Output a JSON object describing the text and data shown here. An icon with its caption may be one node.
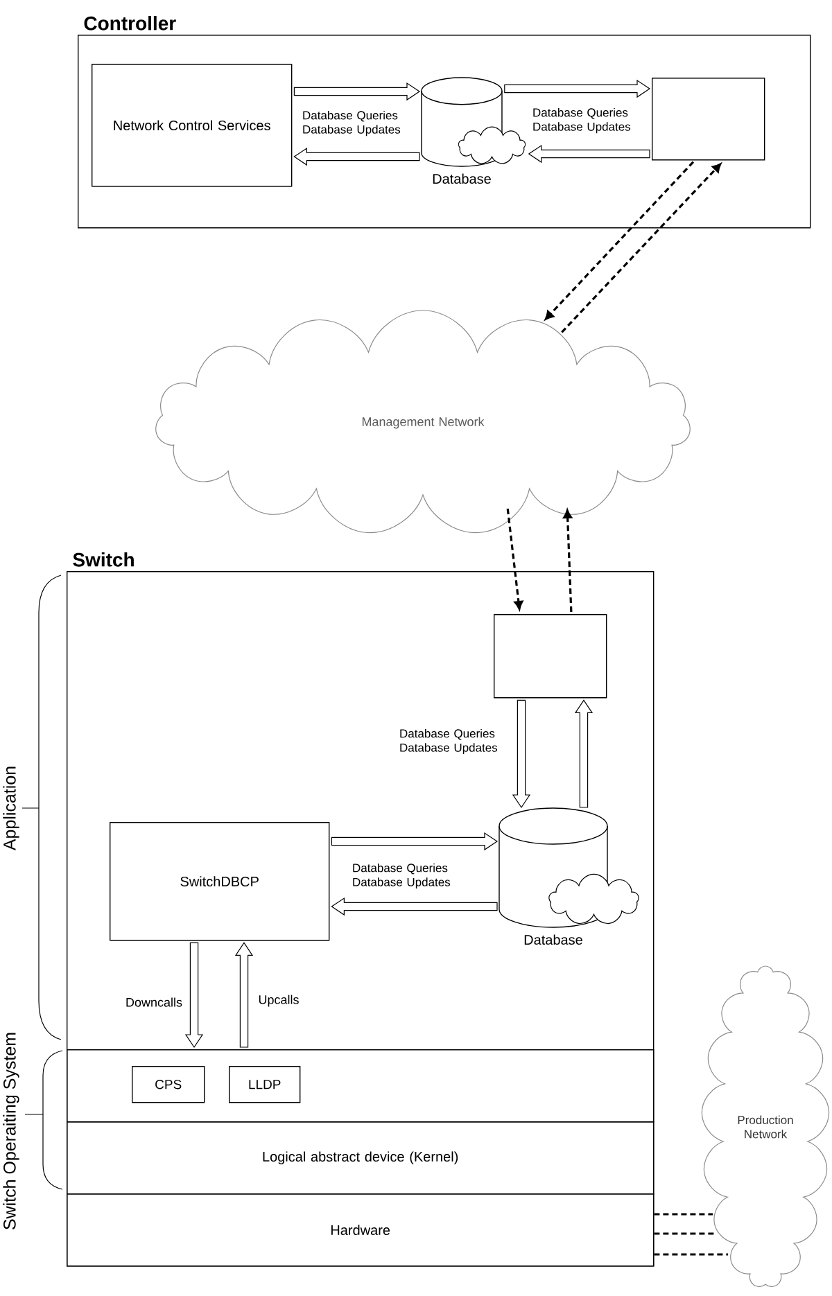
{
  "diagram": {
    "nodes": [
      {
        "text": [
          "Controller"
        ]
      },
      {
        "text": [
          "Network Control Services"
        ],
        "in": 0
      },
      {
        "text": [
          "Database"
        ],
        "in": 0
      },
      {
        "text": [],
        "shape": "box",
        "in": 0
      },
      {
        "text": [
          "Management Network"
        ]
      },
      {
        "text": [
          "Switch"
        ]
      },
      {
        "text": [],
        "shape": "box",
        "in": 5
      },
      {
        "text": [
          "SwitchDBCP"
        ],
        "in": 5
      },
      {
        "text": [
          "Database"
        ],
        "in": 5
      },
      {
        "text": [],
        "shape": "box",
        "in": 5
      },
      {
        "text": [
          "CPS"
        ],
        "in": 9
      },
      {
        "text": [
          "LLDP"
        ],
        "in": 9
      },
      {
        "text": [
          "Logical abstract device (Kernel)"
        ],
        "in": 5
      },
      {
        "text": [
          "Hardware"
        ],
        "in": 5
      },
      {
        "text": [
          "Production Network"
        ]
      }
    ],
    "edges": [
      {
        "from": 1,
        "to": 2,
        "arrow": "to",
        "label": "Database Queries Database Updates"
      },
      {
        "from": 2,
        "to": 1,
        "arrow": "to"
      },
      {
        "from": 2,
        "to": 3,
        "arrow": "to",
        "label": "Database Queries Database Updates"
      },
      {
        "from": 3,
        "to": 2,
        "arrow": "to"
      },
      {
        "from": 3,
        "to": 4,
        "arrow": "to",
        "style": "dashed"
      },
      {
        "from": 4,
        "to": 3,
        "arrow": "to",
        "style": "dashed"
      },
      {
        "from": 4,
        "to": 6,
        "arrow": "to",
        "style": "dashed"
      },
      {
        "from": 6,
        "to": 4,
        "arrow": "to",
        "style": "dashed"
      },
      {
        "from": 6,
        "to": 8,
        "arrow": "to",
        "label": "Database Queries Database Updates"
      },
      {
        "from": 8,
        "to": 6,
        "arrow": "to"
      },
      {
        "from": 7,
        "to": 8,
        "arrow": "to",
        "label": "Database Queries Database Updates"
      },
      {
        "from": 8,
        "to": 7,
        "arrow": "to"
      },
      {
        "from": 7,
        "to": 9,
        "arrow": "to",
        "label": "Downcalls"
      },
      {
        "from": 9,
        "to": 7,
        "arrow": "to",
        "label": "Upcalls"
      },
      {
        "from": 13,
        "to": 14,
        "arrow": "none",
        "style": "dashed"
      },
      {
        "from": 13,
        "to": 14,
        "arrow": "none",
        "style": "dashed"
      },
      {
        "from": 13,
        "to": 14,
        "arrow": "none",
        "style": "dashed"
      }
    ],
    "labels": [
      "Application",
      "Switch Operaiting System"
    ]
  }
}
